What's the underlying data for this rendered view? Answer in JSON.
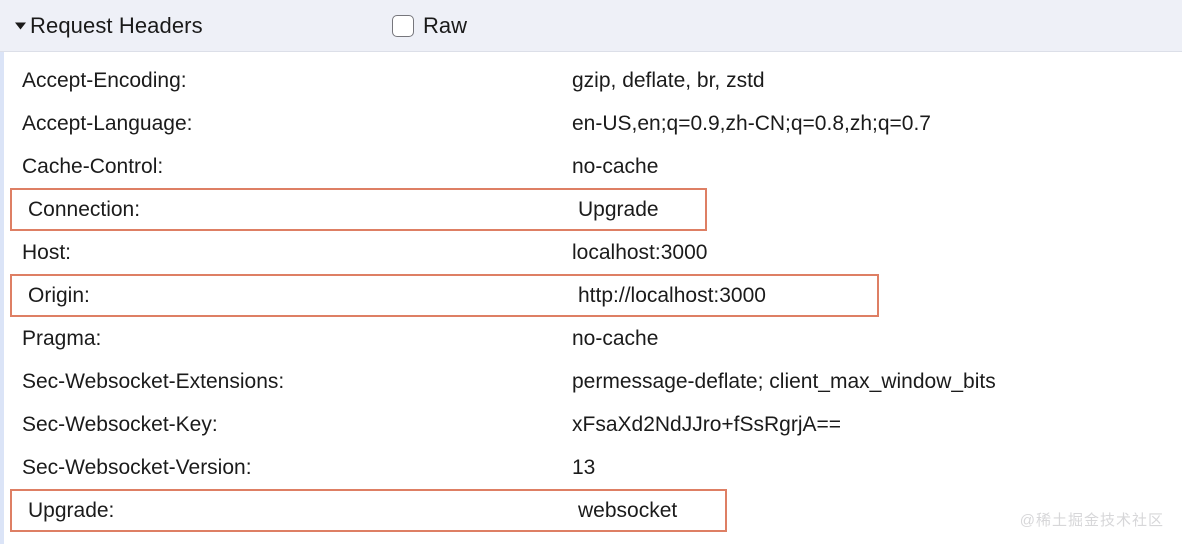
{
  "panel": {
    "title": "Request Headers",
    "disclosure_state": "expanded",
    "disclosure_icon": "triangle-down-icon",
    "raw_label": "Raw",
    "raw_checked": false,
    "header_bg": "#eef0f7",
    "highlight_color": "#de7f64",
    "accent_left_border": "#dbe4f7"
  },
  "headers": [
    {
      "name": "Accept-Encoding:",
      "value": "gzip, deflate, br, zstd",
      "highlighted": false
    },
    {
      "name": "Accept-Language:",
      "value": "en-US,en;q=0.9,zh-CN;q=0.8,zh;q=0.7",
      "highlighted": false
    },
    {
      "name": "Cache-Control:",
      "value": "no-cache",
      "highlighted": false
    },
    {
      "name": "Connection:",
      "value": "Upgrade",
      "highlighted": true
    },
    {
      "name": "Host:",
      "value": "localhost:3000",
      "highlighted": false
    },
    {
      "name": "Origin:",
      "value": "http://localhost:3000",
      "highlighted": true
    },
    {
      "name": "Pragma:",
      "value": "no-cache",
      "highlighted": false
    },
    {
      "name": "Sec-Websocket-Extensions:",
      "value": "permessage-deflate; client_max_window_bits",
      "highlighted": false
    },
    {
      "name": "Sec-Websocket-Key:",
      "value": "xFsaXd2NdJJro+fSsRgrjA==",
      "highlighted": false
    },
    {
      "name": "Sec-Websocket-Version:",
      "value": "13",
      "highlighted": false
    },
    {
      "name": "Upgrade:",
      "value": "websocket",
      "highlighted": true
    }
  ],
  "watermark": {
    "text": "@稀土掘金技术社区"
  }
}
